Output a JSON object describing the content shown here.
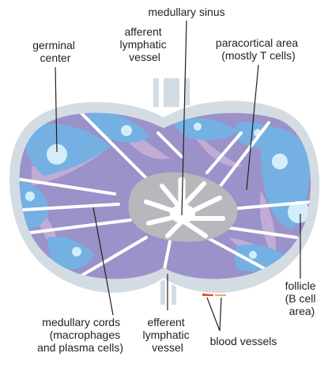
{
  "labels": {
    "medullary_sinus": "medullary sinus",
    "afferent": [
      "afferent",
      "lymphatic",
      "vessel"
    ],
    "germinal": [
      "germinal",
      "center"
    ],
    "paracortical": [
      "paracortical area",
      "(mostly T cells)"
    ],
    "follicle": [
      "follicle",
      "(B cell",
      "area)"
    ],
    "medullary_cords": [
      "medullary cords",
      "(macrophages",
      "and plasma cells)"
    ],
    "efferent": [
      "efferent",
      "lymphatic",
      "vessel"
    ],
    "blood_vessels": "blood vessels"
  },
  "colors": {
    "capsule": "#d4dce3",
    "capsule_stroke": "#ffffff",
    "cortex_purple": "#9b92c9",
    "cortex_light": "#c2acd6",
    "follicle_blue": "#74b1e2",
    "germinal_center": "#d3edfb",
    "medulla_gray": "#b6b8bb",
    "artery": "#e5572a",
    "vein": "#f1a487",
    "leader": "#231f20"
  }
}
